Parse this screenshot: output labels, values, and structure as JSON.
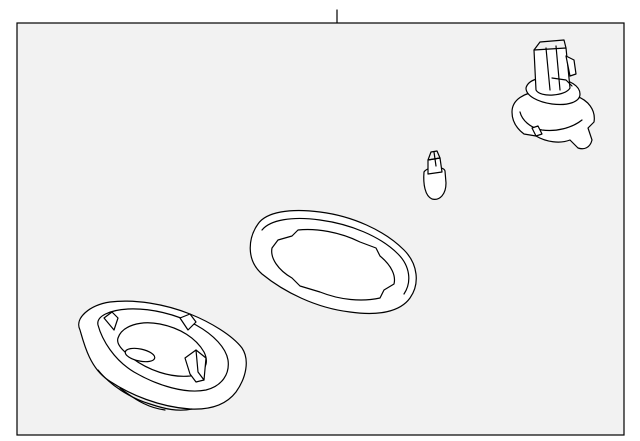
{
  "diagram": {
    "colors": {
      "panel": "#f2f2f2",
      "line": "#000000",
      "part": "#ffffff"
    },
    "parts": [
      {
        "name": "lamp-housing"
      },
      {
        "name": "lens-gasket"
      },
      {
        "name": "bulb"
      },
      {
        "name": "bulb-socket"
      }
    ]
  }
}
